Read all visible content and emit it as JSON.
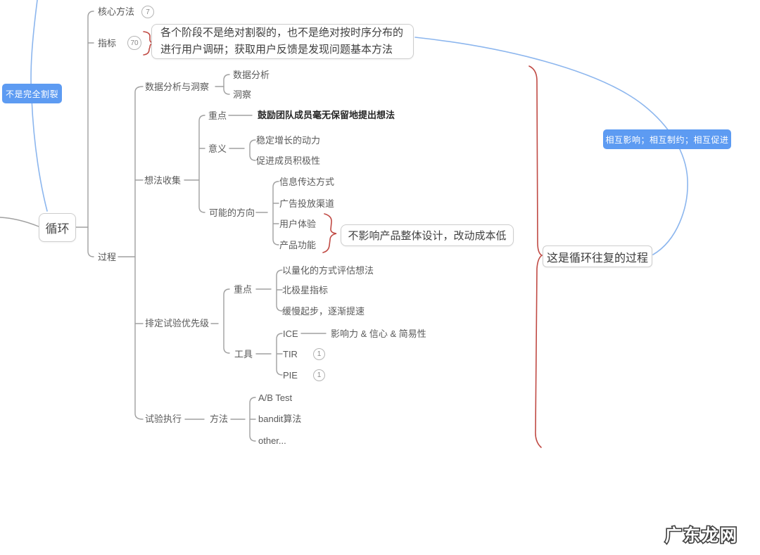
{
  "root": {
    "label": "循环"
  },
  "level1": {
    "core_method": {
      "label": "核心方法",
      "count": "7"
    },
    "indicator": {
      "label": "指标",
      "count": "70"
    },
    "process": {
      "label": "过程"
    }
  },
  "indicator_note": {
    "line1": "各个阶段不是绝对割裂的，也不是绝对按时序分布的",
    "line2": "进行用户调研；获取用户反馈是发现问题基本方法"
  },
  "data_insight": {
    "label": "数据分析与洞察",
    "children": [
      "数据分析",
      "洞察"
    ]
  },
  "idea_collection": {
    "label": "想法收集",
    "focus": {
      "label": "重点",
      "value": "鼓励团队成员毫无保留地提出想法"
    },
    "meaning": {
      "label": "意义",
      "children": [
        "稳定增长的动力",
        "促进成员积极性"
      ]
    },
    "directions": {
      "label": "可能的方向",
      "children": [
        "信息传达方式",
        "广告投放渠道",
        "用户体验",
        "产品功能"
      ],
      "note": "不影响产品整体设计，改动成本低"
    }
  },
  "prioritize": {
    "label": "排定试验优先级",
    "focus": {
      "label": "重点",
      "children": [
        "以量化的方式评估想法",
        "北极星指标",
        "缓慢起步，逐渐提速"
      ]
    },
    "tools": {
      "label": "工具",
      "ice": {
        "label": "ICE",
        "desc": "影响力 & 信心 & 简易性"
      },
      "tir": {
        "label": "TIR",
        "count": "1"
      },
      "pie": {
        "label": "PIE",
        "count": "1"
      }
    }
  },
  "execute": {
    "label": "试验执行",
    "method": {
      "label": "方法",
      "children": [
        "A/B Test",
        "bandit算法",
        "other..."
      ]
    }
  },
  "callouts": {
    "left_badge": "不是完全割裂",
    "right_badge": "相互影响；相互制约；相互促进",
    "cycle_note": "这是循环往复的过程"
  },
  "watermark": {
    "text": "广东龙网"
  },
  "colors": {
    "badge_bg": "#5d9bf2",
    "relationship_blue": "#8cb6ee",
    "summary_red": "#c04a44",
    "branch_gray": "#a0a0a0"
  }
}
